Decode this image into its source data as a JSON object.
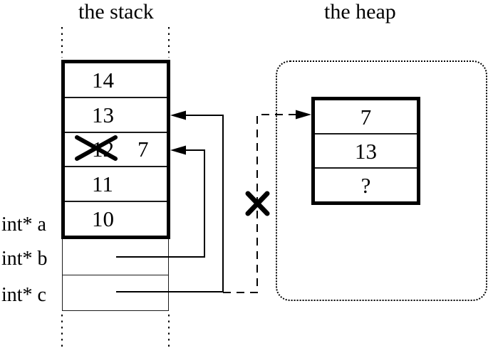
{
  "stack": {
    "title": "the stack",
    "frame_cells": [
      {
        "value": "14"
      },
      {
        "value": "13"
      },
      {
        "value": "12",
        "crossed_out": true,
        "new_value": "7"
      },
      {
        "value": "11"
      },
      {
        "value": "10"
      }
    ],
    "pointer_vars": [
      {
        "label": "int* a"
      },
      {
        "label": "int* b"
      },
      {
        "label": "int* c"
      }
    ]
  },
  "heap": {
    "title": "the heap",
    "block_cells": [
      {
        "value": "7"
      },
      {
        "value": "13"
      },
      {
        "value": "?"
      }
    ]
  },
  "colors": {
    "foreground": "#000000",
    "background": "#ffffff"
  }
}
